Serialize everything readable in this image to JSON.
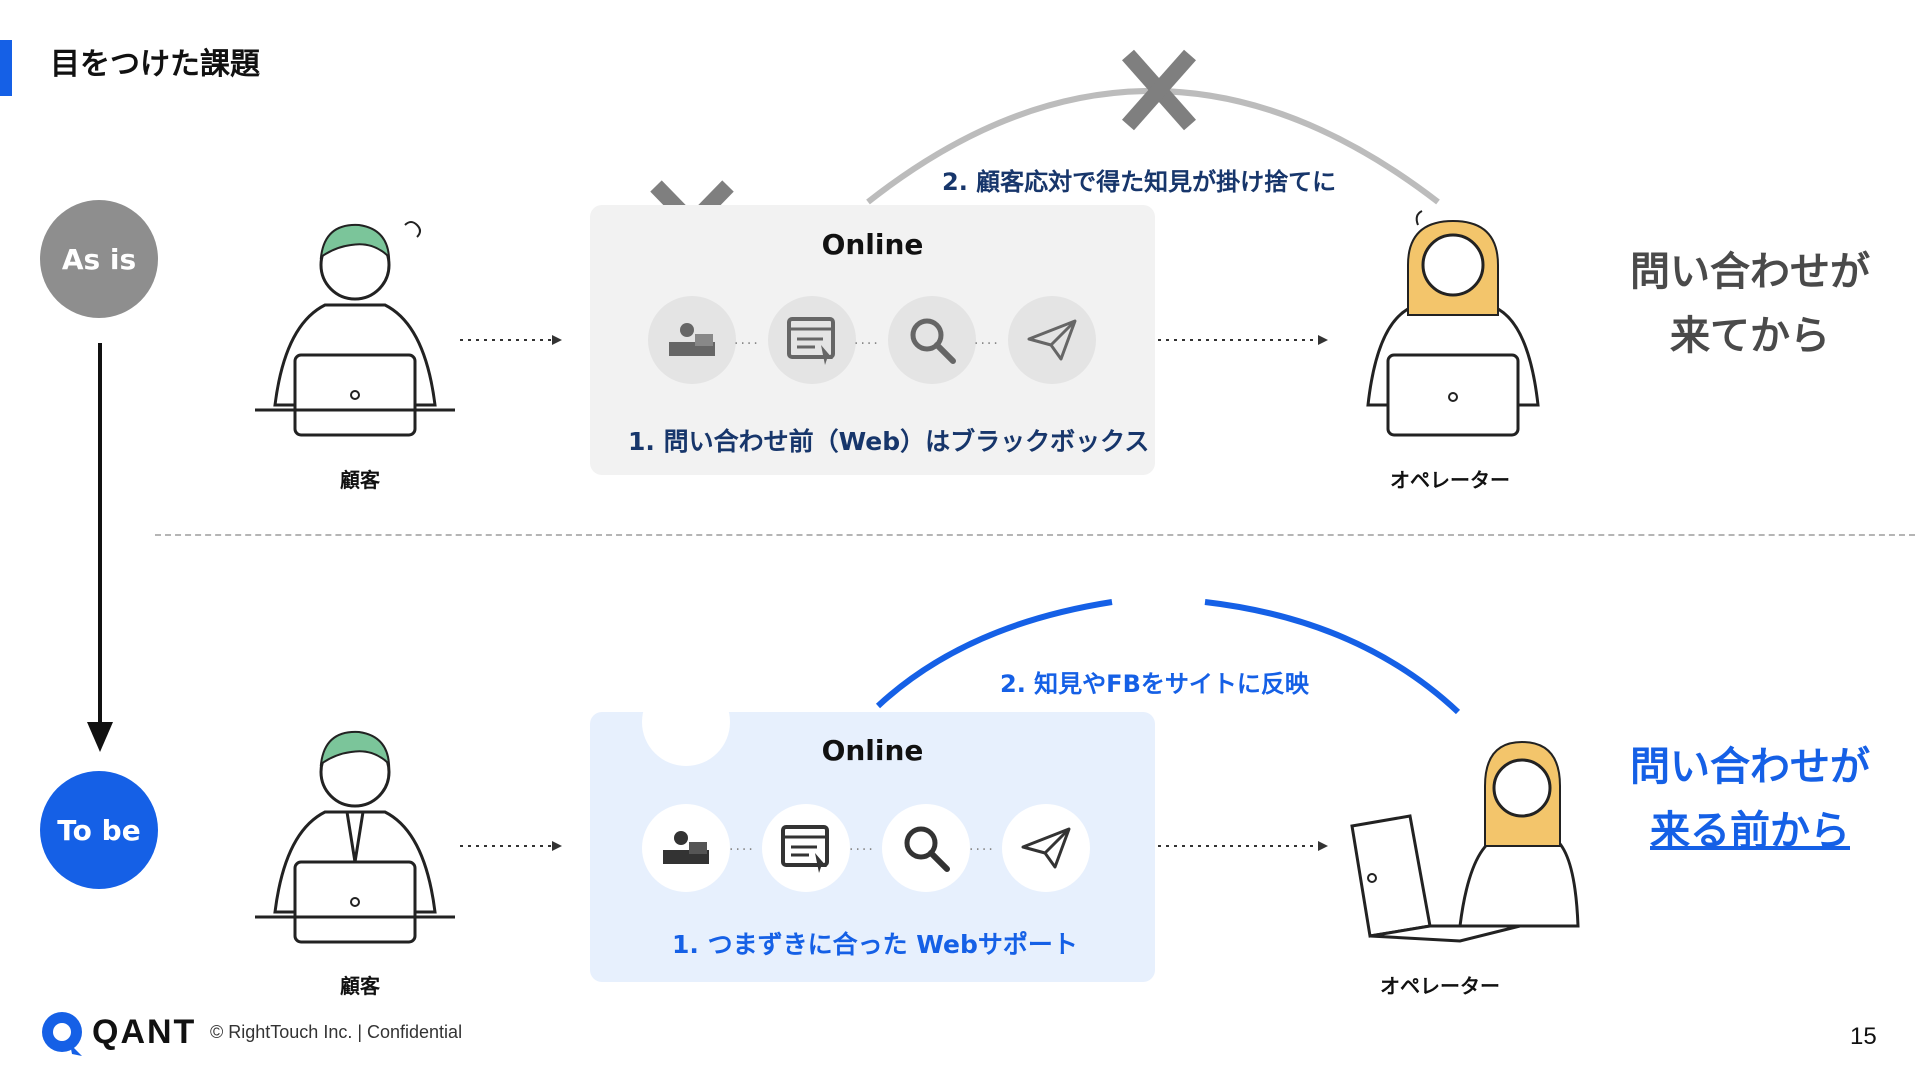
{
  "header": {
    "title": "目をつけた課題"
  },
  "states": {
    "as_is": "As is",
    "to_be": "To be"
  },
  "as_is": {
    "customer_label": "顧客",
    "panel_title": "Online",
    "issue1": "1. 問い合わせ前（Web）はブラックボックス",
    "issue2": "2. 顧客応対で得た知見が掛け捨てに",
    "operator_label": "オペレーター",
    "timing_line1": "問い合わせが",
    "timing_line2": "来てから"
  },
  "to_be": {
    "customer_label": "顧客",
    "panel_title": "Online",
    "issue1": "1. つまずきに合った Webサポート",
    "issue2": "2. 知見やFBをサイトに反映",
    "operator_label": "オペレーター",
    "timing_line1": "問い合わせが",
    "timing_line2": "来る前から"
  },
  "icons": [
    "person-at-desk-icon",
    "web-form-icon",
    "search-icon",
    "paper-plane-icon"
  ],
  "footer": {
    "logo": "QANT",
    "copyright": "© RightTouch Inc.  |  Confidential",
    "page": "15"
  },
  "colors": {
    "accent": "#1560e6",
    "as_is_gray": "#8e8e8e",
    "dark_text": "#17366b"
  }
}
